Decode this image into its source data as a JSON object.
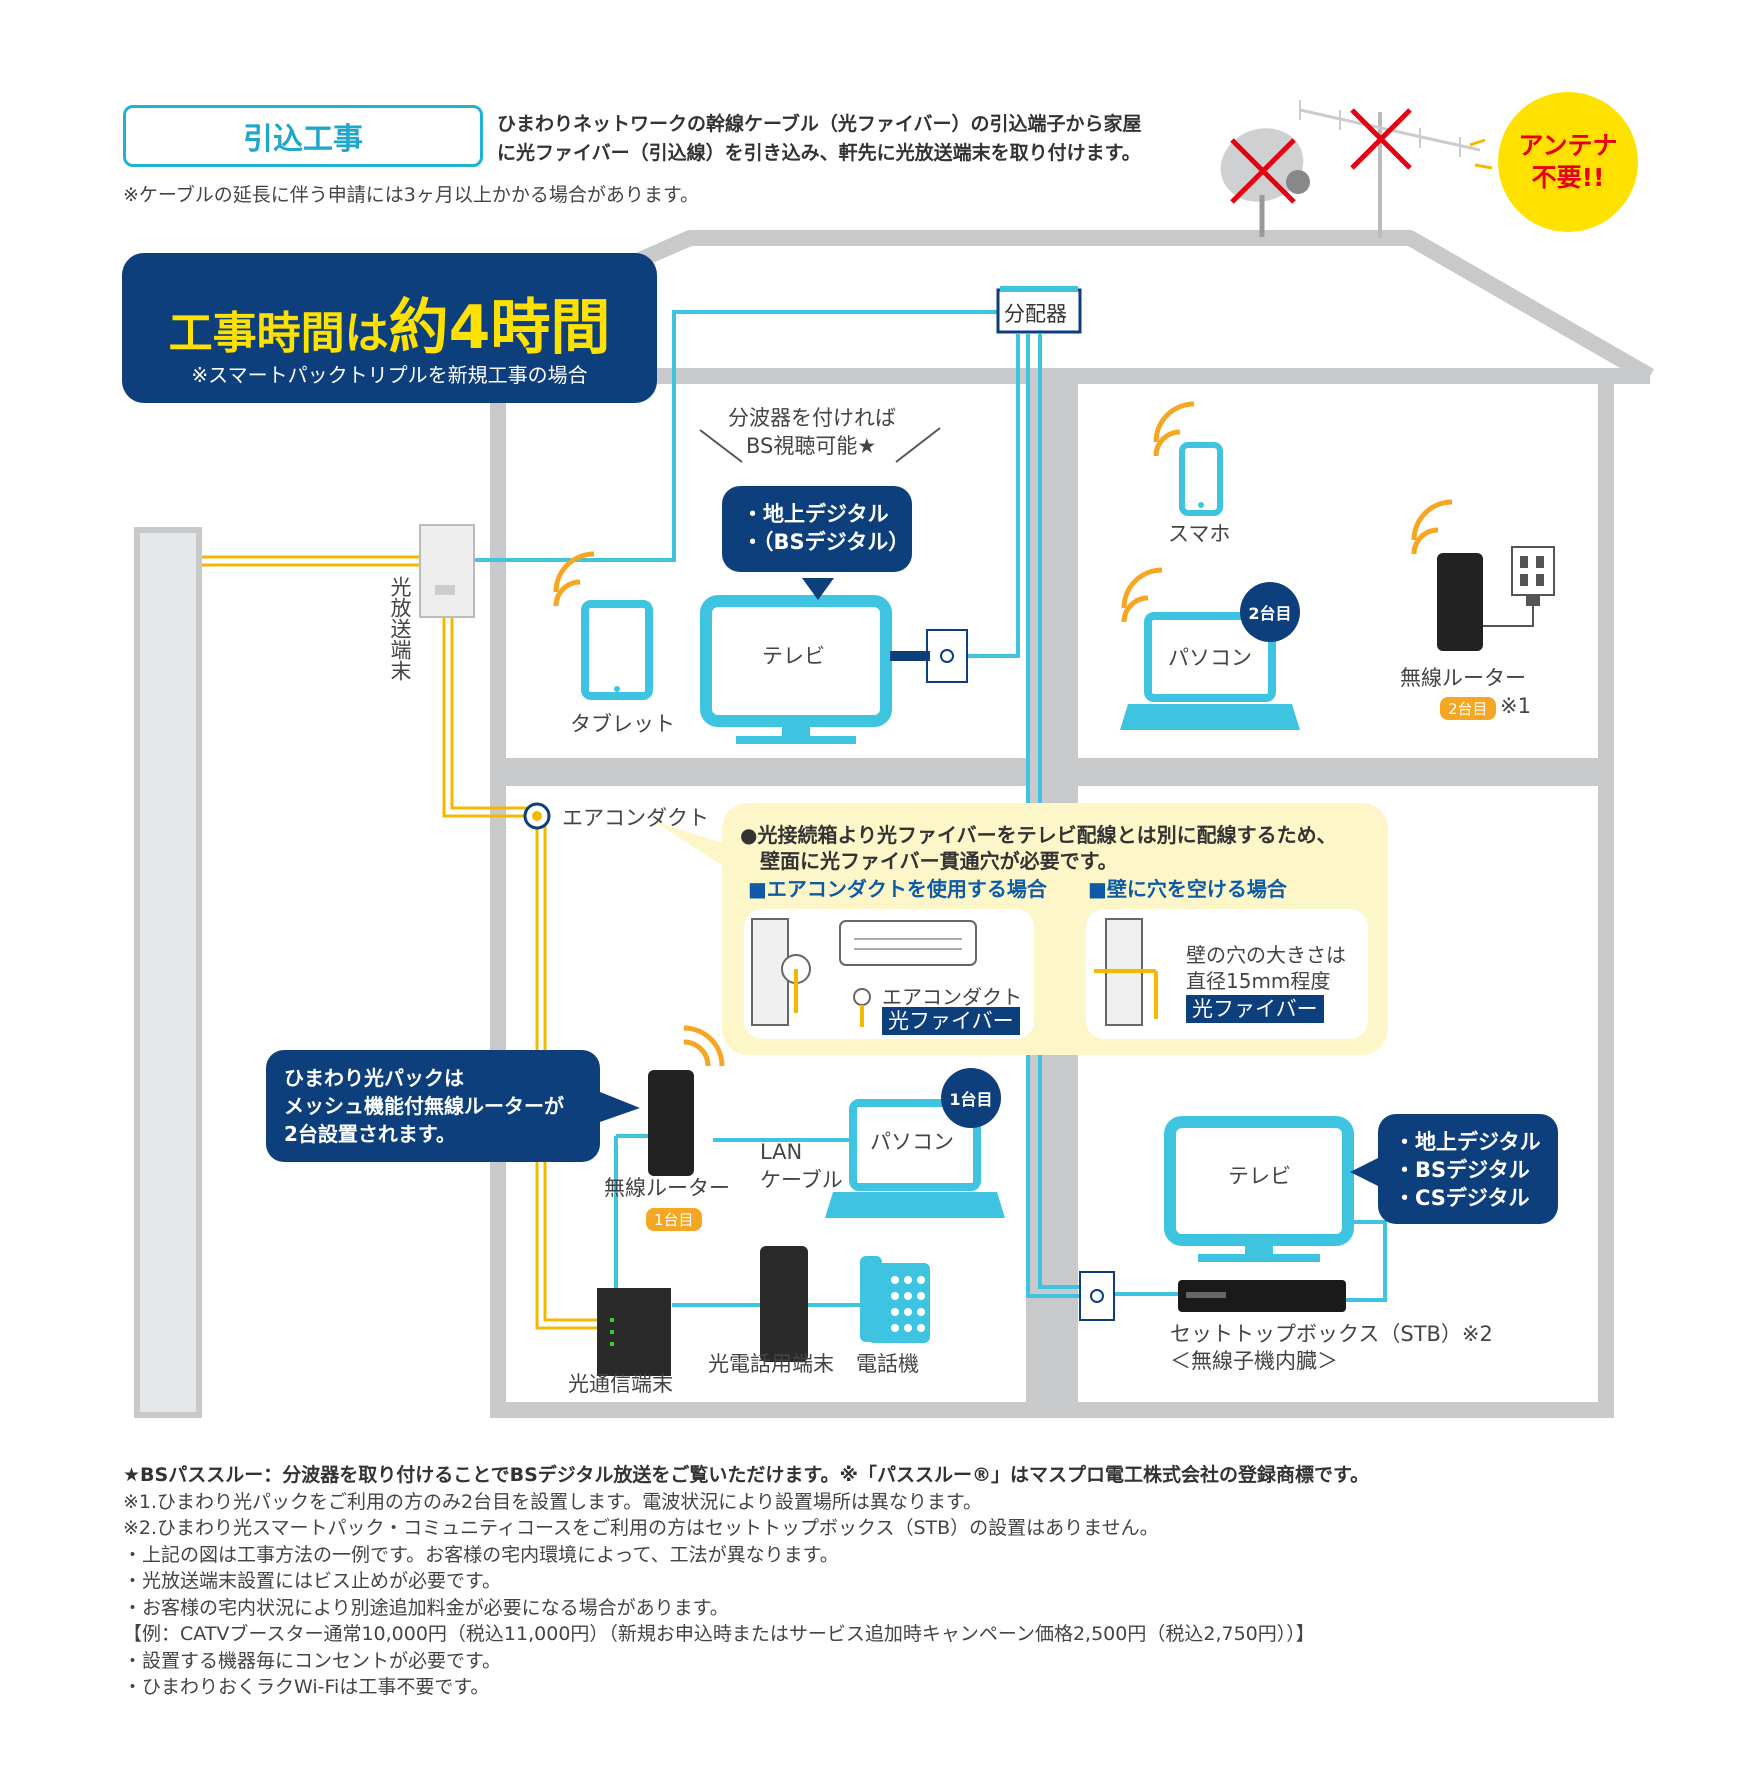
{
  "header": {
    "title": "引込工事",
    "desc_line1": "ひまわりネットワークの幹線ケーブル（光ファイバー）の引込端子から家屋",
    "desc_line2": "に光ファイバー（引込線）を引き込み、軒先に光放送端末を取り付けます。",
    "note": "※ケーブルの延長に伴う申請には3ヶ月以上かかる場合があります。"
  },
  "time_box": {
    "prefix": "工事時間は",
    "value": "約4時間",
    "note": "※スマートパックトリプルを新規工事の場合"
  },
  "antenna": {
    "line1": "アンテナ",
    "line2": "不要!!"
  },
  "splitter": "分配器",
  "bs_note": {
    "line1": "分波器を付ければ",
    "line2": "BS視聴可能★"
  },
  "tv_bubble_top": {
    "line1": "・地上デジタル",
    "line2": "・（BSデジタル）"
  },
  "tv_bubble_bottom": {
    "line1": "・地上デジタル",
    "line2": "・BSデジタル",
    "line3": "・CSデジタル"
  },
  "labels": {
    "optical_terminal": "光放送端末",
    "tv": "テレビ",
    "tablet": "タブレット",
    "smartphone": "スマホ",
    "pc": "パソコン",
    "router": "無線ルーター",
    "aircon_duct": "エアコンダクト",
    "lan_line1": "LAN",
    "lan_line2": "ケーブル",
    "onu": "光通信端末",
    "phone_adapter": "光電話用端末",
    "phone": "電話機",
    "stb_line1": "セットトップボックス（STB）※2",
    "stb_line2": "＜無線子機内臓＞",
    "unit2": "2台目",
    "unit1": "1台目",
    "note1": "※1"
  },
  "mesh_bubble": {
    "line1": "ひまわり光パックは",
    "line2": "メッシュ機能付無線ルーターが",
    "line3": "2台設置されます。"
  },
  "panel": {
    "line1": "●光接続箱より光ファイバーをテレビ配線とは別に配線するため、",
    "line2": "壁面に光ファイバー貫通穴が必要です。",
    "heading_duct": "■エアコンダクトを使用する場合",
    "heading_hole": "■壁に穴を空ける場合",
    "duct_label": "エアコンダクト",
    "fiber": "光ファイバー",
    "hole_line1": "壁の穴の大きさは",
    "hole_line2": "直径15mm程度"
  },
  "footer": [
    "★BSパススルー：分波器を取り付けることでBSデジタル放送をご覧いただけます。※「パススルー®」はマスプロ電工株式会社の登録商標です。",
    "※1.ひまわり光パックをご利用の方のみ2台目を設置します。電波状況により設置場所は異なります。",
    "※2.ひまわり光スマートパック・コミュニティコースをご利用の方はセットトップボックス（STB）の設置はありません。",
    "・上記の図は工事方法の一例です。お客様の宅内環境によって、工法が異なります。",
    "・光放送端末設置にはビス止めが必要です。",
    "・お客様の宅内状況により別途追加料金が必要になる場合があります。",
    "【例：CATVブースター通常10,000円（税込11,000円）（新規お申込時またはサービス追加時キャンペーン価格2,500円（税込2,750円））】",
    "・設置する機器毎にコンセントが必要です。",
    "・ひまわりおくラクWi-Fiは工事不要です。"
  ],
  "colors": {
    "navy": "#0d3f7c",
    "cyan": "#1fb2d3",
    "yellow": "#ffe100",
    "orange": "#f5b800",
    "gray": "#c8c9ca",
    "red": "#e60012"
  }
}
